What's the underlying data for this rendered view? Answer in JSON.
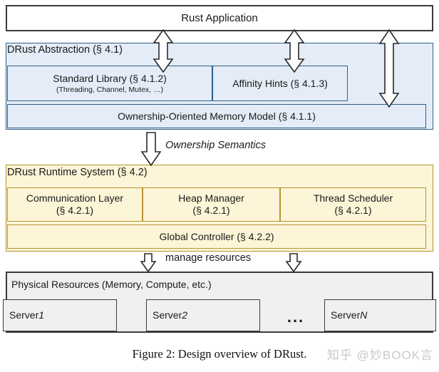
{
  "figure": {
    "caption": "Figure 2: Design overview of DRust.",
    "watermark": "知乎 @妙BOOK言"
  },
  "application": {
    "label": "Rust Application"
  },
  "abstraction": {
    "title": "DRust Abstraction (§ 4.1)",
    "standard_library": {
      "label": "Standard Library (§ 4.1.2)",
      "sublabel": "(Threading, Channel, Mutex, …)"
    },
    "affinity_hints": {
      "label": "Affinity Hints (§ 4.1.3)"
    },
    "memory_model": {
      "label": "Ownership-Oriented Memory Model (§ 4.1.1)"
    }
  },
  "runtime": {
    "title": "DRust Runtime System (§ 4.2)",
    "columns": [
      {
        "label": "Communication Layer",
        "sublabel": "(§ 4.2.1)"
      },
      {
        "label": "Heap Manager",
        "sublabel": "(§ 4.2.1)"
      },
      {
        "label": "Thread Scheduler",
        "sublabel": "(§ 4.2.1)"
      }
    ],
    "global_controller": {
      "label": "Global Controller (§ 4.2.2)"
    }
  },
  "physical": {
    "title": "Physical Resources (Memory, Compute, etc.)",
    "servers": [
      {
        "name": "Server ",
        "index": "1"
      },
      {
        "name": "Server ",
        "index": "2"
      },
      {
        "name": "Server ",
        "index": "N"
      }
    ],
    "ellipsis": "..."
  },
  "edges": {
    "ownership_semantics": "Ownership Semantics",
    "manage_resources": "manage resources"
  },
  "colors": {
    "abstraction_border": "#2e5f8a",
    "abstraction_fill": "#e4edf7",
    "runtime_border": "#b5952f",
    "runtime_fill": "#fdf5d8",
    "physical_border": "#3a3a3a",
    "physical_fill": "#f0f0f0",
    "arrow_stroke": "#2a2a2a",
    "arrow_fill": "#ffffff"
  }
}
